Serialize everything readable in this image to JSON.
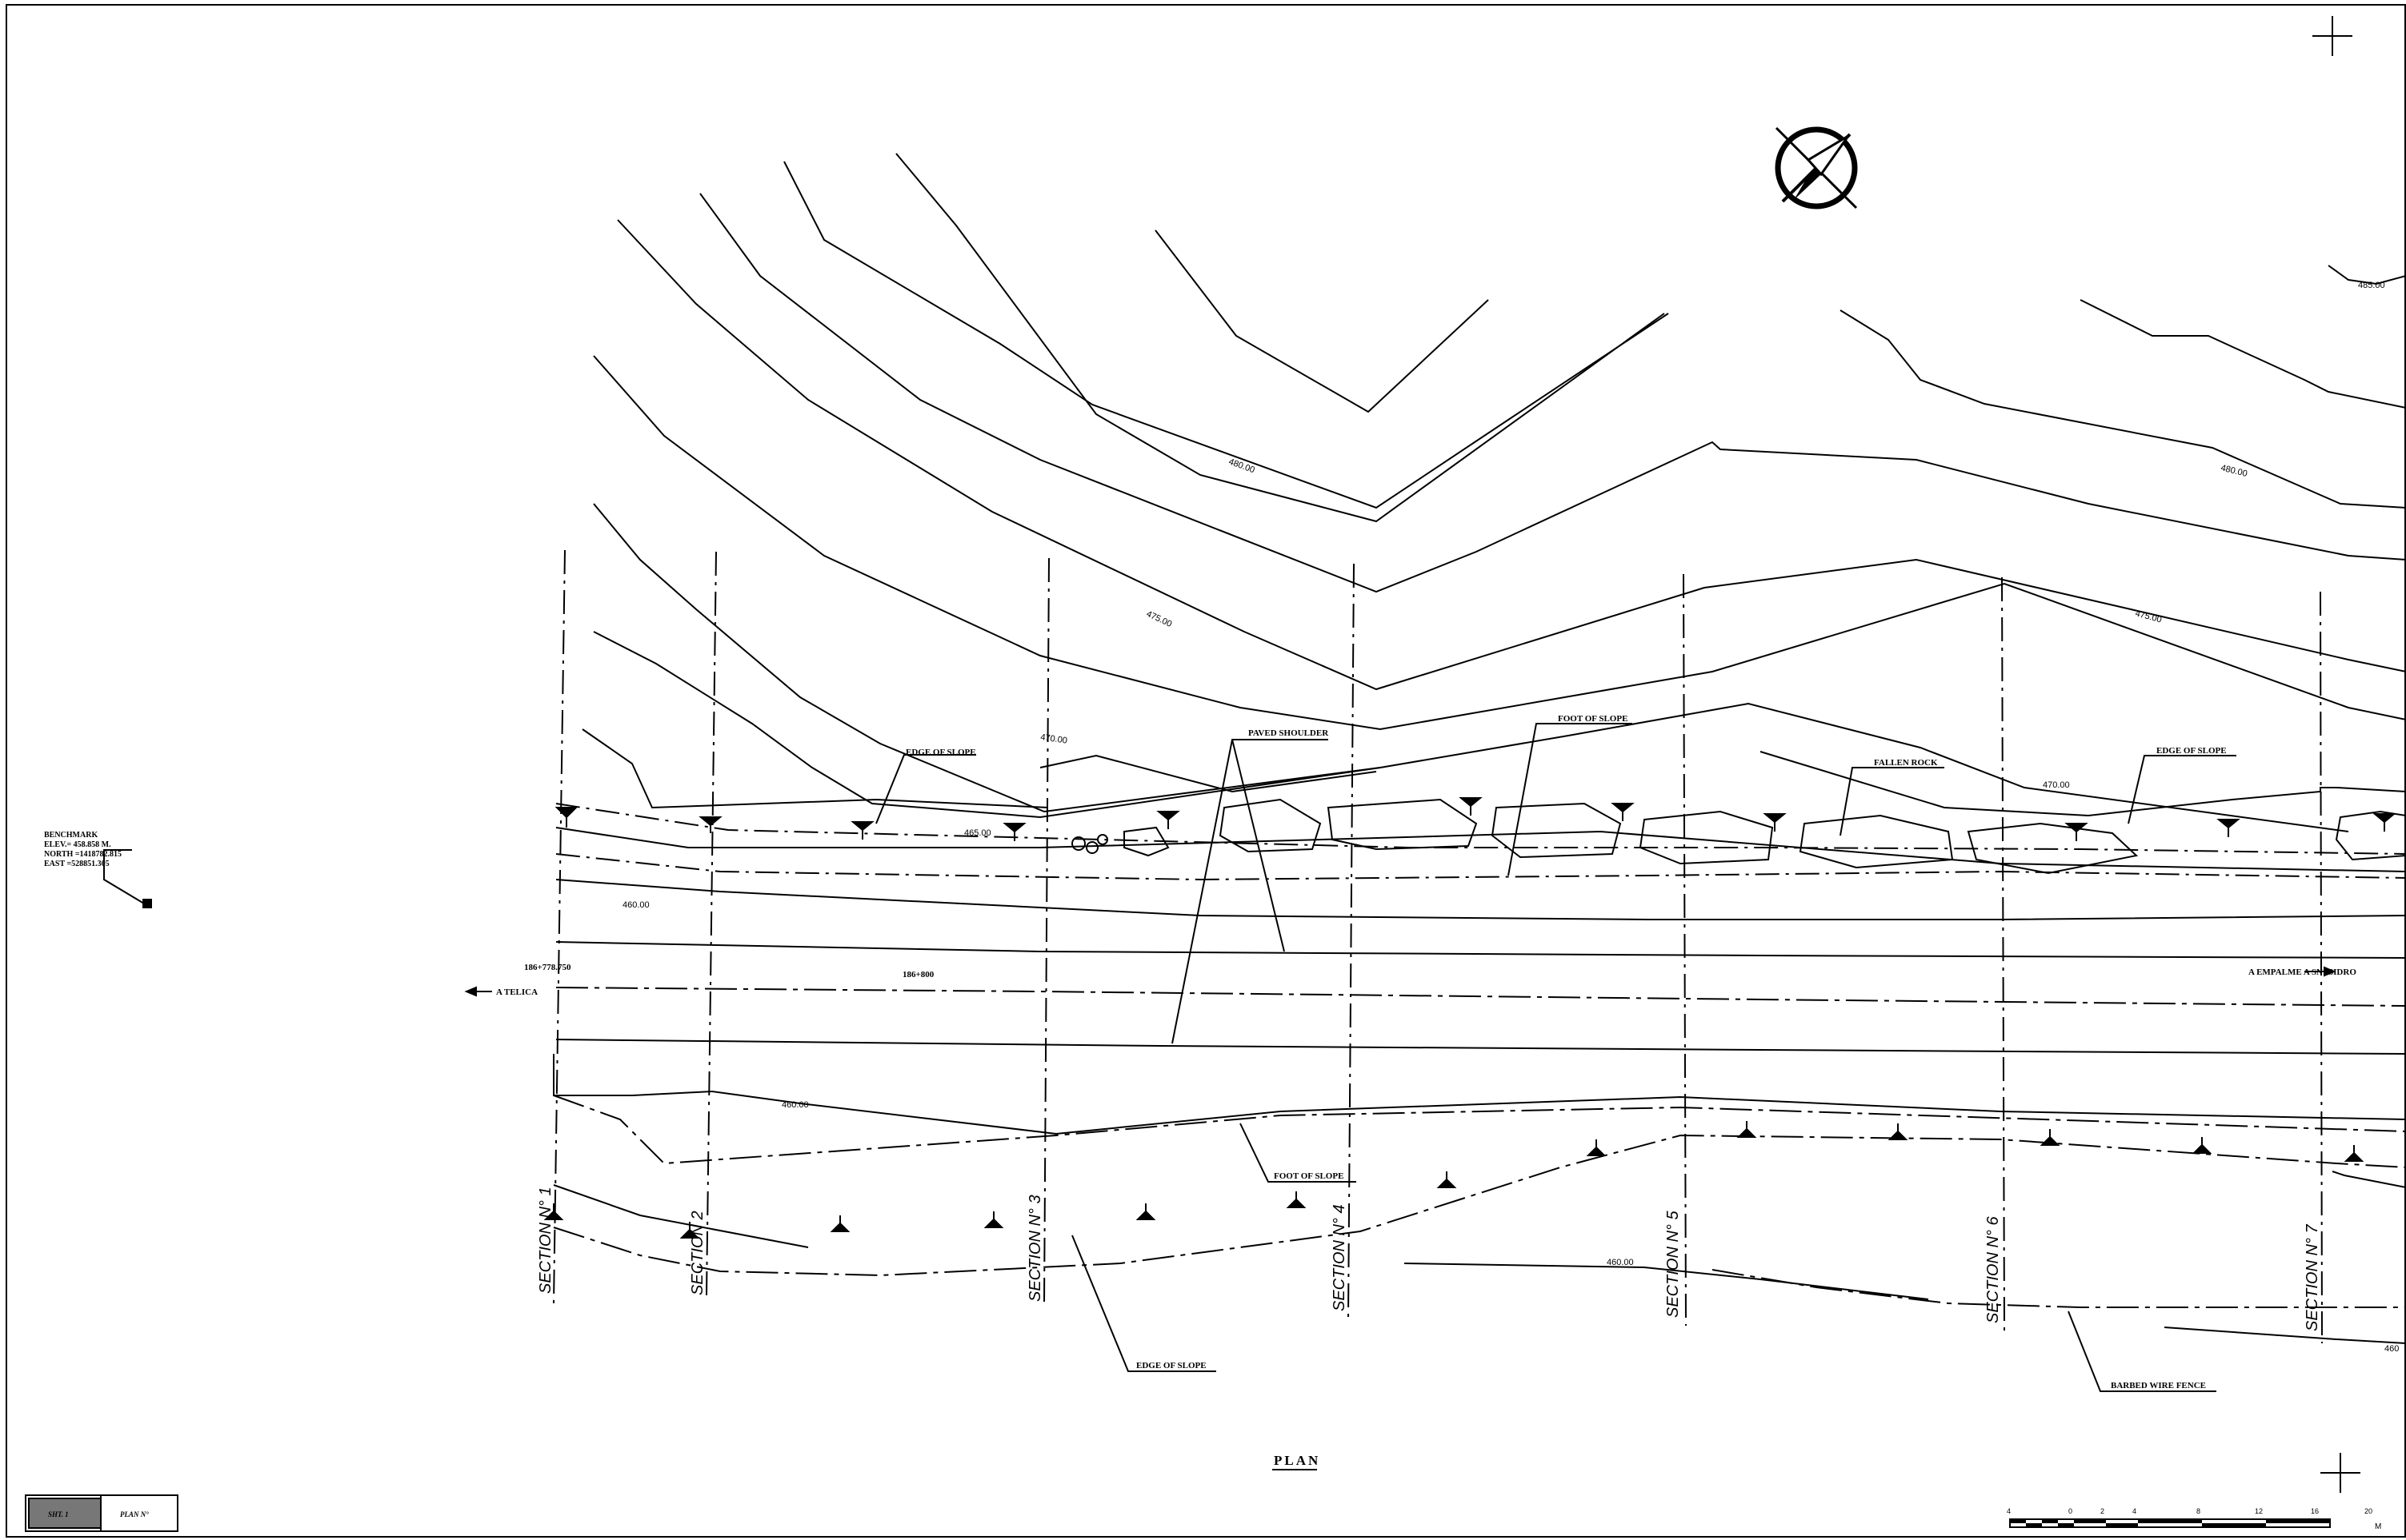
{
  "drawing": {
    "title": "PLAN",
    "benchmark": {
      "heading": "BENCHMARK",
      "elev": "ELEV.= 458.858 M.",
      "north": "NORTH =1418782.815",
      "east": "EAST =528851.305"
    },
    "directions": {
      "left": "A TELICA",
      "right": "A EMPALME A SN ISIDRO"
    },
    "stations": [
      "186+778.750",
      "186+800"
    ],
    "sections": [
      "SECTION N° 1",
      "SECTION 2",
      "SECTION N° 3",
      "SECTION N° 4",
      "SECTION N° 5",
      "SECTION N° 6",
      "SECTION N° 7"
    ],
    "annotations": {
      "edge_of_slope_1": "EDGE OF SLOPE",
      "paved_shoulder": "PAVED SHOULDER",
      "foot_of_slope_1": "FOOT OF SLOPE",
      "fallen_rock": "FALLEN ROCK",
      "edge_of_slope_2": "EDGE OF SLOPE",
      "foot_of_slope_2": "FOOT OF SLOPE",
      "edge_of_slope_3": "EDGE OF SLOPE",
      "barbed_wire_fence": "BARBED WIRE FENCE"
    },
    "contours": {
      "c480a": "480.00",
      "c480b": "480.00",
      "c475a": "475.00",
      "c475b": "475.00",
      "c470a": "470.00",
      "c470b": "470.00",
      "c465a": "465.00",
      "c485": "485.00",
      "c460a": "460.00",
      "c460b": "460.00",
      "c460c": "460.00",
      "c460d": "460"
    },
    "scale_bar": {
      "ticks": [
        "4",
        "0",
        "2",
        "4",
        "8",
        "12",
        "16",
        "20"
      ],
      "unit": "M"
    },
    "legend": {
      "box_text": "PLAN N°",
      "swatch_text": "SHT. 1"
    },
    "icons": {
      "north_arrow": "north-arrow-icon",
      "corner_marks": "crosshair-icon"
    }
  }
}
